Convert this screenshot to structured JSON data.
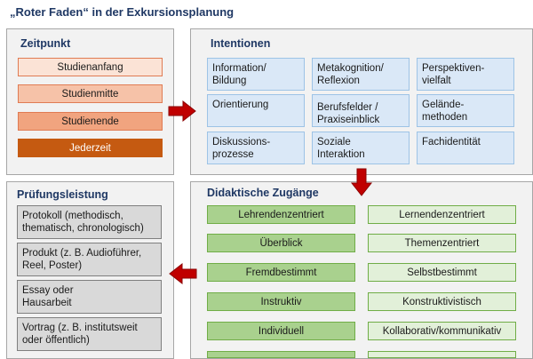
{
  "title": "„Roter Faden“ in der Exkursionsplanung",
  "zeitpunkt": {
    "heading": "Zeitpunkt",
    "items": [
      "Studienanfang",
      "Studienmitte",
      "Studienende",
      "Jederzeit"
    ]
  },
  "intentionen": {
    "heading": "Intentionen",
    "items": [
      "Information/\nBildung",
      "Metakognition/\nReflexion",
      "Perspektiven-\nvielfalt",
      "Orientierung",
      "Berufsfelder /\nPraxiseinblick",
      "Gelände-\nmethoden",
      "Diskussions-\nprozesse",
      "Soziale\nInteraktion",
      "Fachidentität"
    ]
  },
  "pruefung": {
    "heading": "Prüfungsleistung",
    "items": [
      "Protokoll (methodisch,\nthematisch, chronologisch)",
      "Produkt (z. B.  Audioführer,\nReel, Poster)",
      "Essay oder\nHausarbeit",
      "Vortrag (z. B. institutsweit\noder öffentlich)"
    ]
  },
  "didaktik": {
    "heading": "Didaktische Zugänge",
    "left": [
      "Lehrendenzentriert",
      "Überblick",
      "Fremdbestimmt",
      "Instruktiv",
      "Individuell"
    ],
    "right": [
      "Lernendenzentriert",
      "Themenzentriert",
      "Selbstbestimmt",
      "Konstruktivistisch",
      "Kollaborativ/kommunikativ"
    ]
  },
  "colors": {
    "arrow": "#c00000",
    "heading": "#1f3864",
    "rust": "#c55a11",
    "blue_fill": "#dae8f7",
    "green_dark": "#a9d18e",
    "green_light": "#e2f0d9"
  }
}
